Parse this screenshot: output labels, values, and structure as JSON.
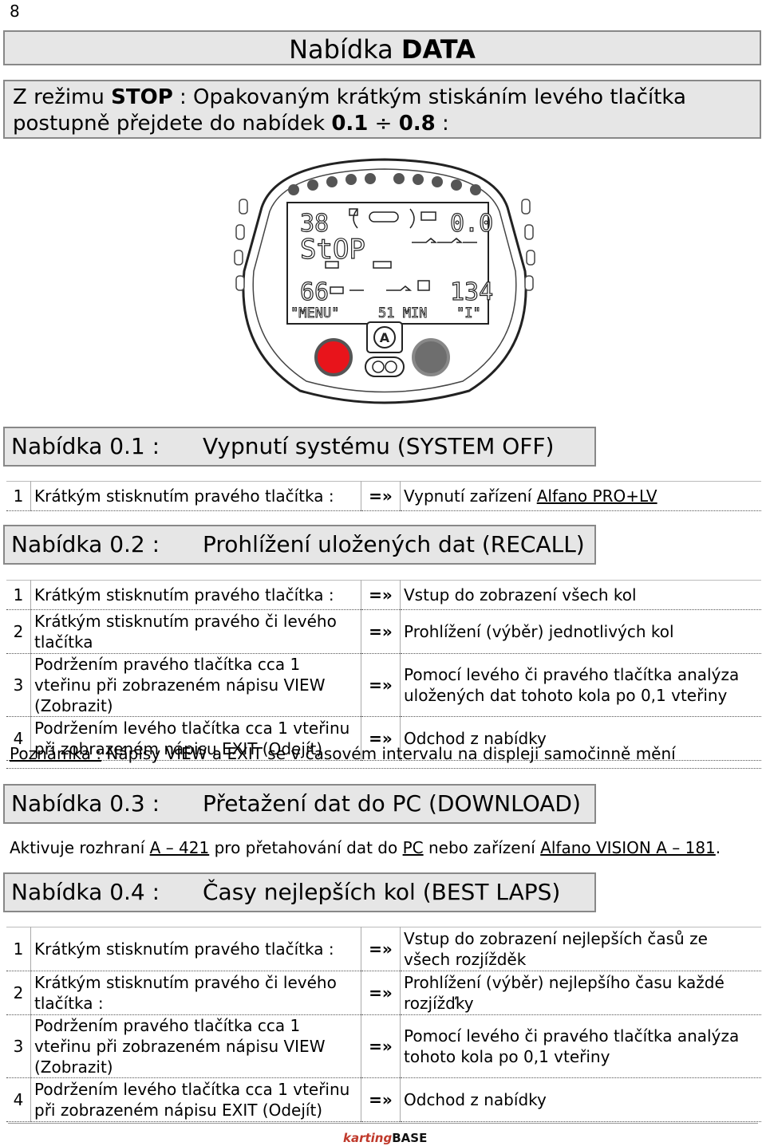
{
  "page_number": "8",
  "title": {
    "prefix": "Nabídka ",
    "bold": "DATA"
  },
  "intro": {
    "t1": "Z režimu ",
    "b1": "STOP",
    "t2": " : Opakovaným krátkým stiskáním levého tlačítka postupně přejdete do nabídek ",
    "b2": "0.1",
    "sep": " ÷ ",
    "b3": "0.8",
    "t3": " :"
  },
  "display": {
    "top_left": "38",
    "top_right": "0.0",
    "stop": "StOP",
    "bottom_left": "66",
    "bottom_right": "134",
    "menu": "\"MENU\"",
    "min": "51 MIN",
    "i": "\"I\"",
    "logo": "A"
  },
  "sections": [
    {
      "num": "Nabídka 0.1 :",
      "name": "Vypnutí systému (SYSTEM OFF)",
      "rows": [
        {
          "n": "1",
          "a": "Krátkým stisknutím pravého tlačítka :",
          "arrow": "=»",
          "r_pre": "Vypnutí zařízení ",
          "r_u": "Alfano PRO+LV"
        }
      ]
    },
    {
      "num": "Nabídka 0.2 :",
      "name": "Prohlížení uložených dat (RECALL)",
      "rows": [
        {
          "n": "1",
          "a": "Krátkým stisknutím pravého tlačítka :",
          "arrow": "=»",
          "r": "Vstup do zobrazení všech kol"
        },
        {
          "n": "2",
          "a": "Krátkým stisknutím pravého či levého tlačítka",
          "arrow": "=»",
          "r": "Prohlížení (výběr) jednotlivých kol"
        },
        {
          "n": "3",
          "a": "Podržením pravého tlačítka cca 1 vteřinu při zobrazeném nápisu VIEW (Zobrazit)",
          "arrow": "=»",
          "r": "Pomocí levého či pravého tlačítka analýza uložených dat tohoto kola po 0,1 vteřiny"
        },
        {
          "n": "4",
          "a": "Podržením levého tlačítka cca 1 vteřinu při zobrazeném nápisu EXIT (Odejít)",
          "arrow": "=»",
          "r": "Odchod z nabídky"
        }
      ],
      "note_label": "Poznámka :",
      "note": " Nápisy VIEW a EXIT se v časovém intervalu na displeji samočinně mění"
    },
    {
      "num": "Nabídka 0.3 :",
      "name": "Přetažení dat do PC (DOWNLOAD)",
      "text": {
        "t1": "Aktivuje rozhraní ",
        "u1": "A – 421",
        "t2": " pro přetahování dat do ",
        "u2": "PC",
        "t3": " nebo zařízení ",
        "u3": "Alfano VISION A – 181",
        "t4": "."
      }
    },
    {
      "num": "Nabídka 0.4 :",
      "name": "Časy nejlepších kol (BEST LAPS)",
      "rows": [
        {
          "n": "1",
          "a": "Krátkým stisknutím pravého tlačítka :",
          "arrow": "=»",
          "r": "Vstup do zobrazení nejlepších časů ze všech rozjížděk"
        },
        {
          "n": "2",
          "a": "Krátkým stisknutím pravého či levého tlačítka :",
          "arrow": "=»",
          "r": "Prohlížení (výběr) nejlepšího času každé rozjížďky"
        },
        {
          "n": "3",
          "a": "Podržením pravého tlačítka cca 1 vteřinu při zobrazeném nápisu VIEW (Zobrazit)",
          "arrow": "=»",
          "r": "Pomocí levého či pravého tlačítka analýza tohoto kola po 0,1 vteřiny"
        },
        {
          "n": "4",
          "a": "Podržením levého tlačítka cca 1 vteřinu při zobrazeném nápisu EXIT (Odejít)",
          "arrow": "=»",
          "r": "Odchod z nabídky"
        }
      ]
    }
  ],
  "footer": {
    "brand_a": "karting",
    "brand_b": "BASE"
  },
  "colors": {
    "box_bg": "#e6e6e6",
    "red_button": "#e8141b",
    "gray_button": "#6e6e6e"
  }
}
